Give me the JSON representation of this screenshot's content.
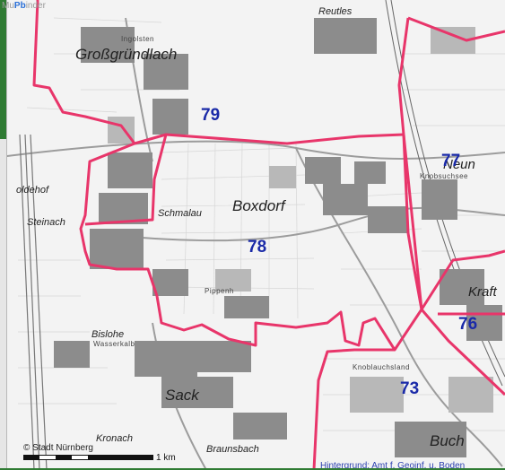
{
  "logo": {
    "prefix": "Mu",
    "highlight": "Pb",
    "suffix": "inder"
  },
  "places": {
    "grossgruendlach": "Großgründlach",
    "boxdorf": "Boxdorf",
    "sack": "Sack",
    "buch": "Buch",
    "braunsbach": "Braunsbach",
    "kronach": "Kronach",
    "bislohe": "Bislohe",
    "steinach": "Steinach",
    "schmalau": "Schmalau",
    "neunhof": "Neun",
    "kraftshof": "Kraft",
    "reutles": "Reutles",
    "oldehof": "oldehof"
  },
  "minor_labels": {
    "ingolsten": "Ingolsten",
    "knobsuchen": "Knobsuchsee",
    "knoblauchsland": "Knoblauchsland",
    "wassersalb": "Wasserkalb",
    "pippenh": "Pippenh"
  },
  "districts": {
    "d79": "79",
    "d78": "78",
    "d77": "77",
    "d76": "76",
    "d73": "73"
  },
  "copyright": "© Stadt Nürnberg",
  "scale_label": "1 km",
  "source": "Hintergrund: Amt f. Geoinf. u. Boden",
  "colors": {
    "boundary": "#e8356a",
    "district_label": "#1a2aa8",
    "logo_accent": "#2a6fd6"
  }
}
